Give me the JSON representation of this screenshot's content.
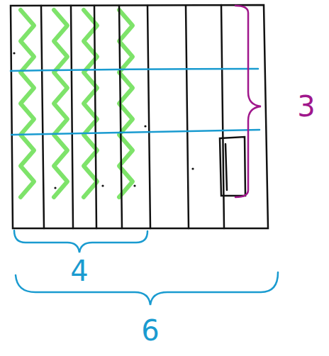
{
  "diagram": {
    "labels": [
      "3",
      "4",
      "6"
    ]
  }
}
